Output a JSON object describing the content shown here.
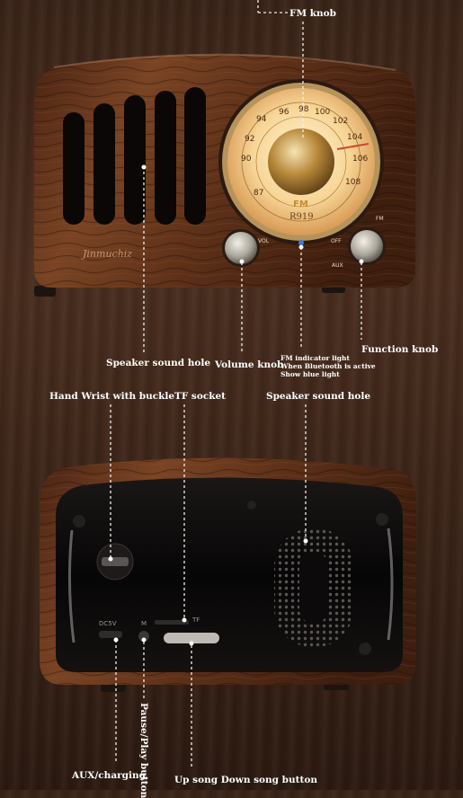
{
  "labels": {
    "fm_knob": "FM knob",
    "speaker_hole_front": "Speaker sound hole",
    "volume_knob": "Volume knob",
    "fm_indicator": [
      "FM indicator light",
      "When Bluetooth is active",
      "Show blue light"
    ],
    "function_knob": "Function knob",
    "hand_wrist": "Hand Wrist with buckle",
    "tf_socket": "TF socket",
    "speaker_hole_back": "Speaker sound hole",
    "aux_charging": "AUX/charging",
    "pause_play": "Pause/Play button",
    "up_down_song": "Up song Down song button"
  },
  "radio": {
    "dial_numbers": [
      "94",
      "96",
      "98",
      "100",
      "102",
      "104",
      "106",
      "108",
      "92",
      "90",
      "87"
    ],
    "band": "FM",
    "model": "R919",
    "brand_script": "Jinmuchiz",
    "knob_markers": [
      "VOL",
      "OFF",
      "AUX",
      "FM"
    ]
  },
  "back_panel": {
    "port_label": "DC5V",
    "tf_label": "TF",
    "m_label": "M"
  },
  "colors": {
    "wood": "#6b3a1f",
    "dial_glow": "#f6d29a",
    "gold": "#c8a050",
    "black_panel": "#0c0a0a"
  }
}
